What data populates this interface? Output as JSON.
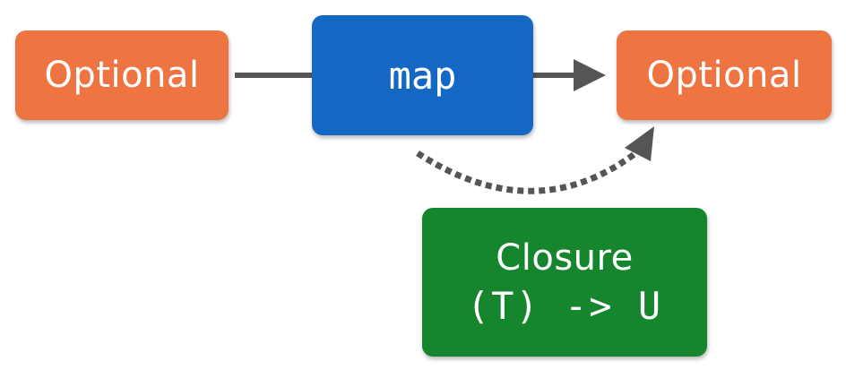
{
  "colors": {
    "optional": "#EE7542",
    "map": "#1467C2",
    "closure": "#16862E",
    "connector": "#555555",
    "text": "#FFFFFF"
  },
  "nodes": {
    "input_optional": {
      "label": "Optional"
    },
    "map": {
      "label": "map"
    },
    "output_optional": {
      "label": "Optional"
    },
    "closure": {
      "title": "Closure",
      "signature": "(T) -> U"
    }
  },
  "edges": [
    {
      "from": "input_optional",
      "to": "map",
      "style": "solid",
      "arrow": false
    },
    {
      "from": "map",
      "to": "output_optional",
      "style": "solid",
      "arrow": true
    },
    {
      "from": "map",
      "to": "output_optional",
      "style": "dotted",
      "arrow": true,
      "curved": true
    }
  ]
}
